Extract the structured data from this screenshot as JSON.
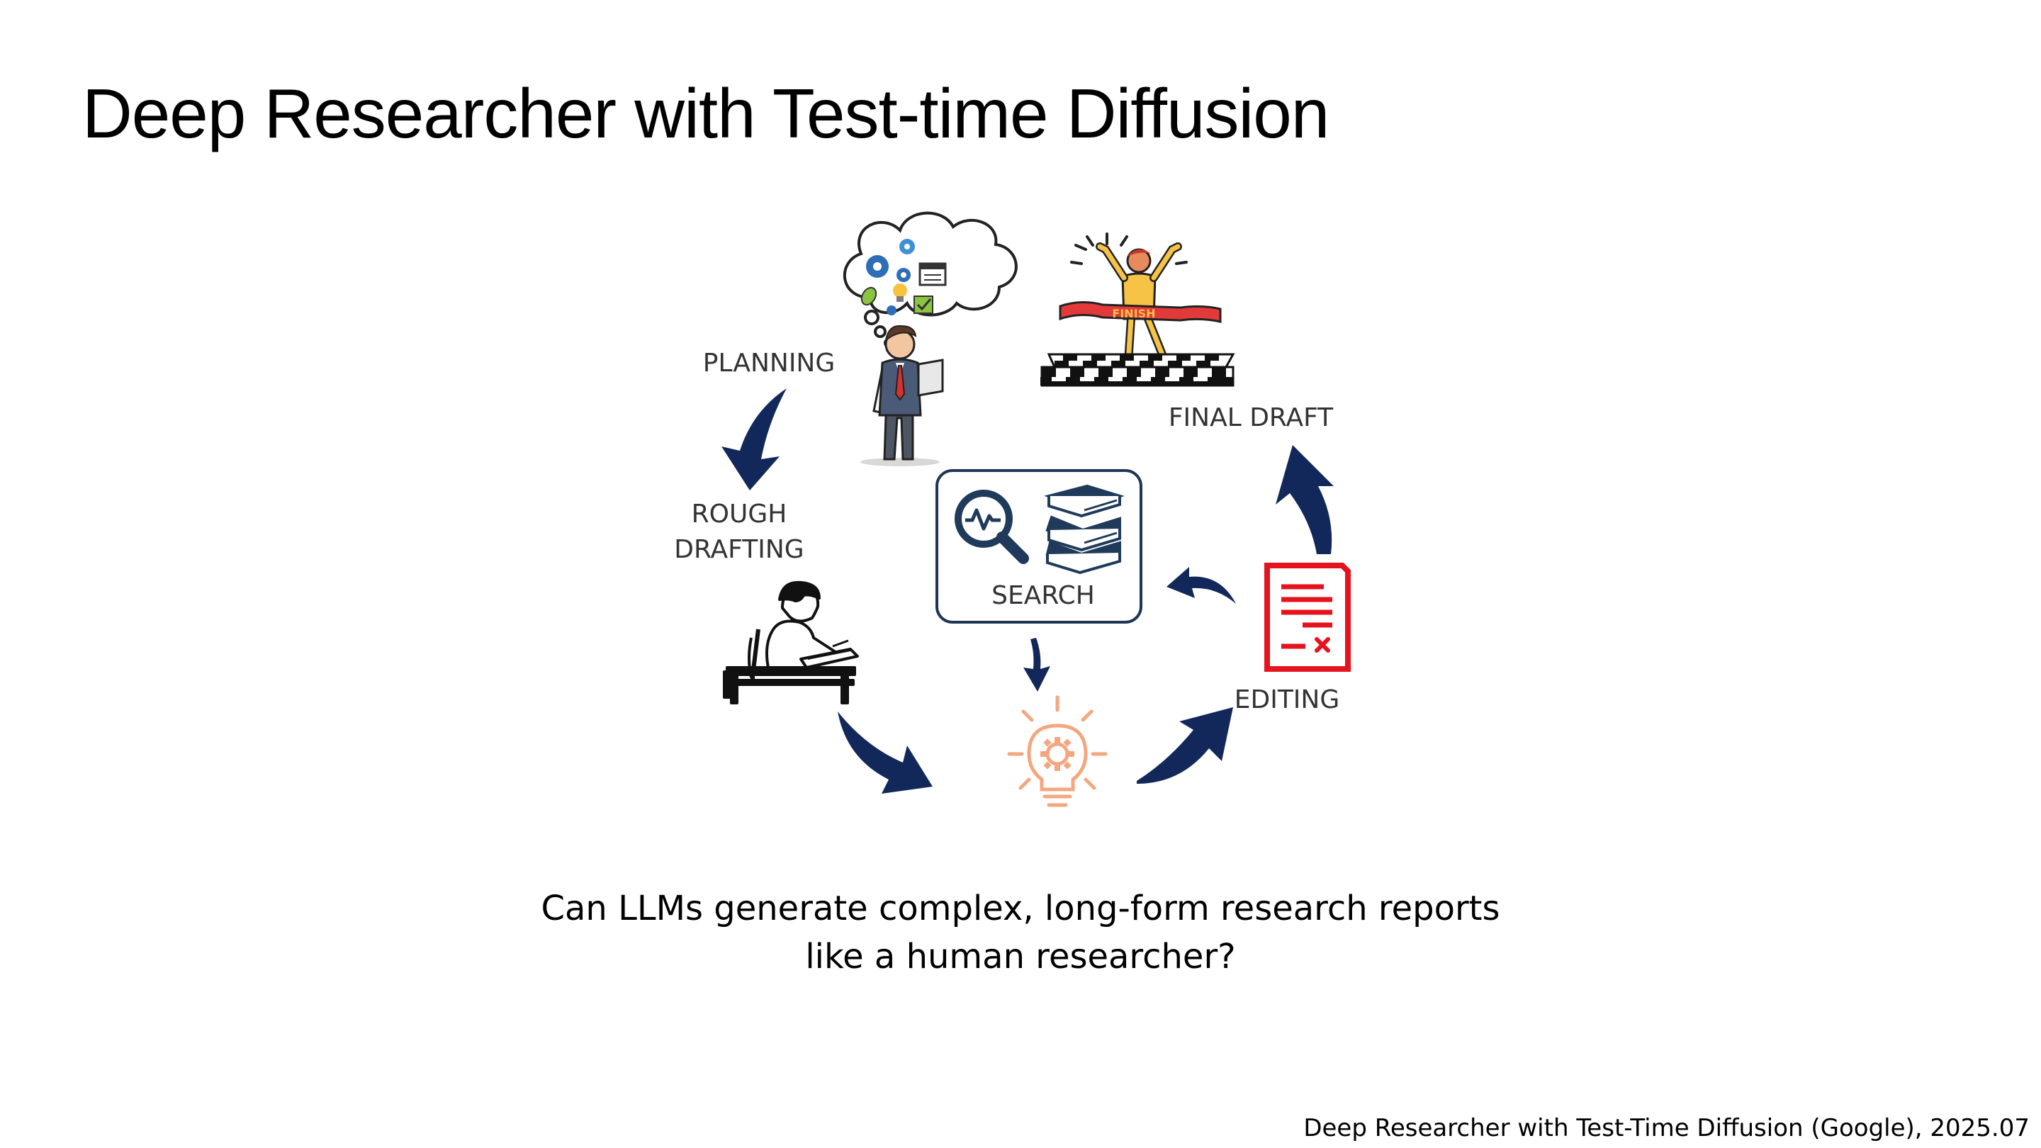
{
  "slide": {
    "title": "Deep Researcher with Test-time Diffusion",
    "question_line1": "Can LLMs generate complex, long-form research reports",
    "question_line2": "like a human researcher?",
    "citation": "Deep Researcher with Test-Time Diffusion (Google), 2025.07"
  },
  "diagram": {
    "stages": {
      "planning": "PLANNING",
      "rough_drafting_line1": "ROUGH",
      "rough_drafting_line2": "DRAFTING",
      "search": "SEARCH",
      "editing": "EDITING",
      "final_draft": "FINAL DRAFT"
    },
    "finish_banner": "FINISH",
    "icons": {
      "planning": "thinking-businessman-icon",
      "rough_drafting": "person-writing-at-desk-icon",
      "search": "magnifier-and-books-icon",
      "idea": "lightbulb-gear-icon",
      "editing": "document-with-x-icon",
      "final_draft": "runner-crossing-finish-line-icon"
    },
    "colors": {
      "arrow": "#13285a",
      "search_box_border": "#1f3557",
      "search_icon": "#1f3a5b",
      "lightbulb": "#f4a77f",
      "editing_doc": "#e5131d",
      "finish_runner": "#f6c347",
      "finish_ribbon": "#e23a3a"
    }
  }
}
